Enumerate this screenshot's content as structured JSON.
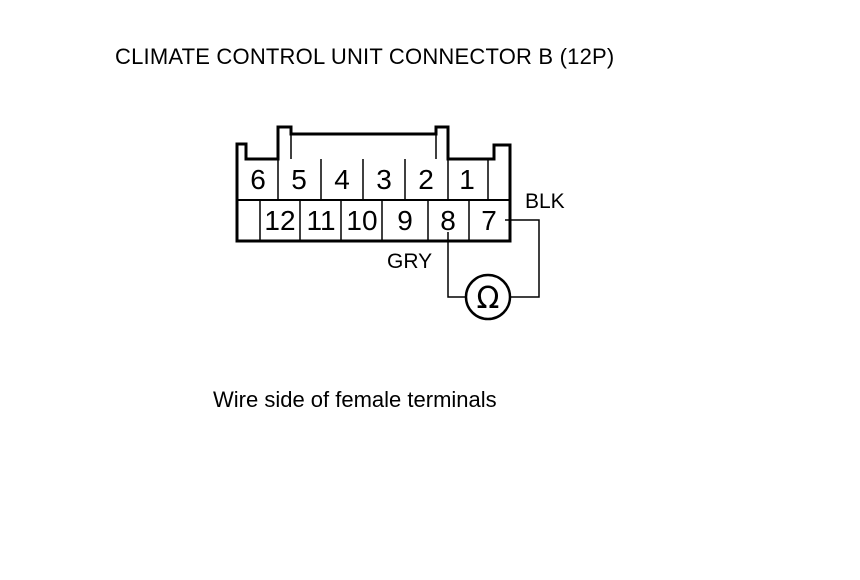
{
  "title": "CLIMATE CONTROL UNIT CONNECTOR B (12P)",
  "caption": "Wire side of female terminals",
  "connector": {
    "top_row": [
      "6",
      "5",
      "4",
      "3",
      "2",
      "1"
    ],
    "bottom_row": [
      "12",
      "11",
      "10",
      "9",
      "8",
      "7"
    ]
  },
  "wires": {
    "left_color": "GRY",
    "right_color": "BLK"
  },
  "meter": {
    "symbol": "Ω"
  }
}
